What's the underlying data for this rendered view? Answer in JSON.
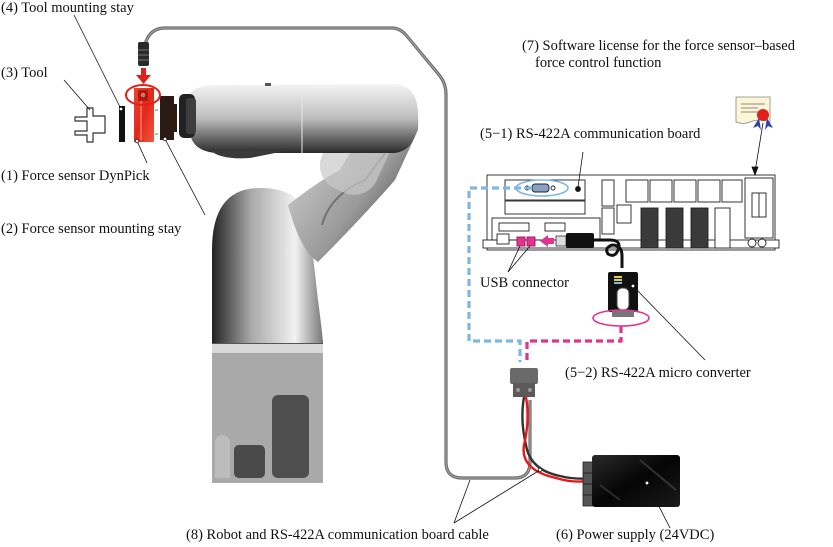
{
  "title": "Force sensor-based force control system configuration",
  "labels": {
    "tool_mounting_stay": "(4) Tool mounting stay",
    "tool": "(3) Tool",
    "force_sensor": "(1) Force sensor DynPick",
    "force_sensor_mounting_stay": "(2) Force sensor mounting stay",
    "software_license_line1": "(7) Software license for the force sensor–based",
    "software_license_line2": "force control function",
    "comm_board": "(5−1) RS-422A communication board",
    "usb_connector": "USB connector",
    "micro_converter": "(5−2) RS-422A micro converter",
    "cable": "(8) Robot and RS-422A communication board cable",
    "power_supply": "(6) Power supply (24VDC)"
  },
  "components": [
    {
      "id": "force-sensor",
      "name": "Force sensor DynPick",
      "number": "1"
    },
    {
      "id": "force-sensor-mounting-stay",
      "name": "Force sensor mounting stay",
      "number": "2"
    },
    {
      "id": "tool",
      "name": "Tool",
      "number": "3"
    },
    {
      "id": "tool-mounting-stay",
      "name": "Tool mounting stay",
      "number": "4"
    },
    {
      "id": "comm-board",
      "name": "RS-422A communication board",
      "number": "5-1"
    },
    {
      "id": "micro-converter",
      "name": "RS-422A micro converter",
      "number": "5-2"
    },
    {
      "id": "power-supply",
      "name": "Power supply (24VDC)",
      "number": "6"
    },
    {
      "id": "software-license",
      "name": "Software license for the force sensor-based force control function",
      "number": "7"
    },
    {
      "id": "cable",
      "name": "Robot and RS-422A communication board cable",
      "number": "8"
    }
  ],
  "colors": {
    "sensor_red": "#e8301f",
    "highlight_red": "#e0201a",
    "serial_blue": "#7fb6e2",
    "usb_pink": "#e0348e",
    "cable_gray": "#707070",
    "wire_red": "#e81818",
    "wire_dark": "#333333"
  }
}
